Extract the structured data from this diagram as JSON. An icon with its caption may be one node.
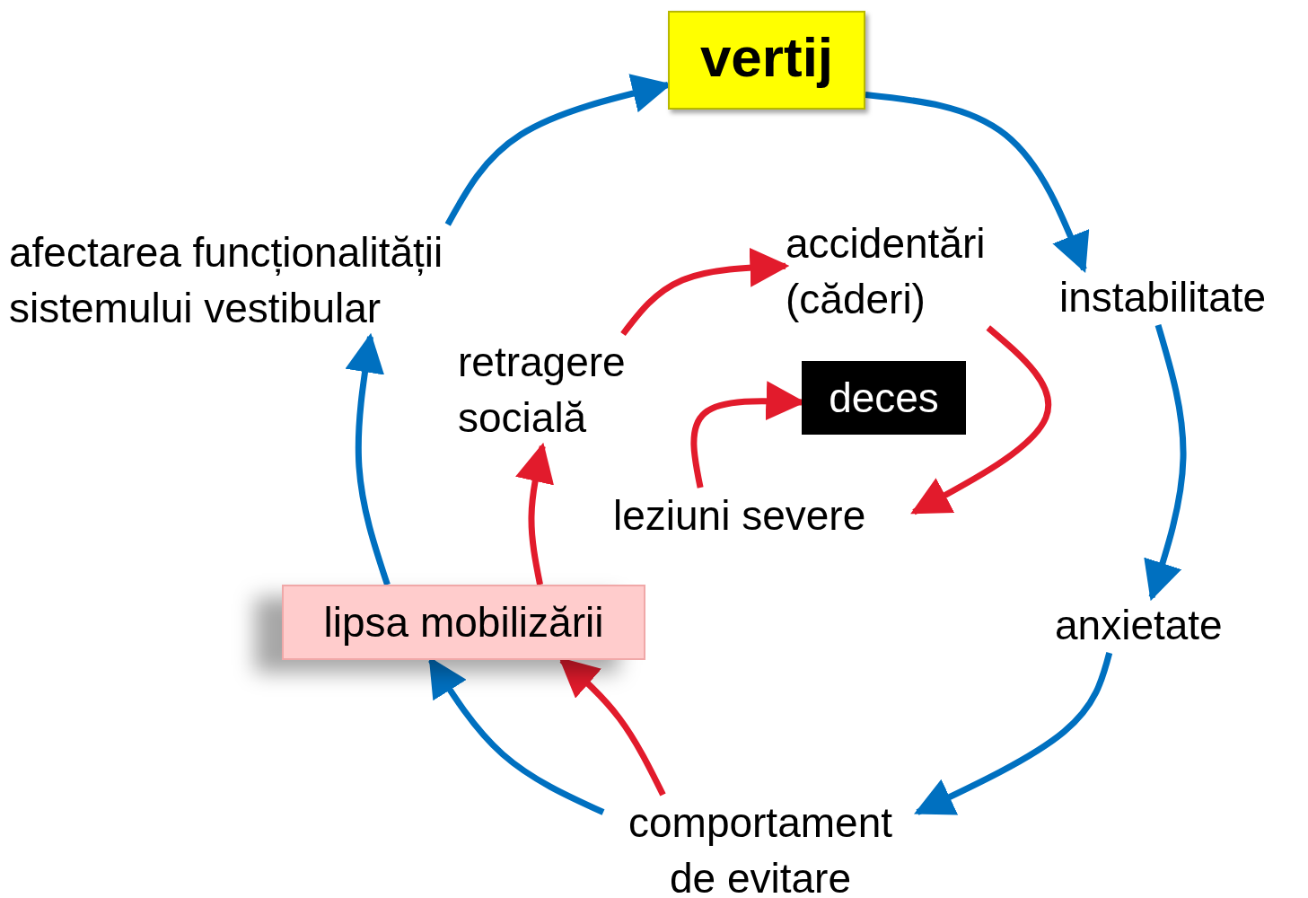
{
  "diagram": {
    "nodes": [
      {
        "text": [
          "vertij"
        ]
      },
      {
        "text": [
          "instabilitate"
        ]
      },
      {
        "text": [
          "anxietate"
        ]
      },
      {
        "text": [
          "comportament de evitare"
        ]
      },
      {
        "text": [
          "lipsa mobilizării"
        ]
      },
      {
        "text": [
          "afectarea funcționalității sistemului vestibular"
        ]
      },
      {
        "text": [
          "retragere socială"
        ]
      },
      {
        "text": [
          "accidentări (căderi)"
        ]
      },
      {
        "text": [
          "leziuni severe"
        ]
      },
      {
        "text": [
          "deces"
        ]
      }
    ],
    "edges": [
      {
        "from": 0,
        "to": 1,
        "arrow": "to"
      },
      {
        "from": 1,
        "to": 2,
        "arrow": "to"
      },
      {
        "from": 2,
        "to": 3,
        "arrow": "to"
      },
      {
        "from": 3,
        "to": 4,
        "arrow": "to"
      },
      {
        "from": 3,
        "to": 4,
        "arrow": "to",
        "color": "#e21b2c"
      },
      {
        "from": 4,
        "to": 5,
        "arrow": "to"
      },
      {
        "from": 5,
        "to": 0,
        "arrow": "to"
      },
      {
        "from": 4,
        "to": 6,
        "arrow": "to",
        "color": "#e21b2c"
      },
      {
        "from": 6,
        "to": 7,
        "arrow": "to",
        "color": "#e21b2c"
      },
      {
        "from": 7,
        "to": 8,
        "arrow": "to",
        "color": "#e21b2c"
      },
      {
        "from": 8,
        "to": 9,
        "arrow": "to",
        "color": "#e21b2c"
      }
    ]
  }
}
